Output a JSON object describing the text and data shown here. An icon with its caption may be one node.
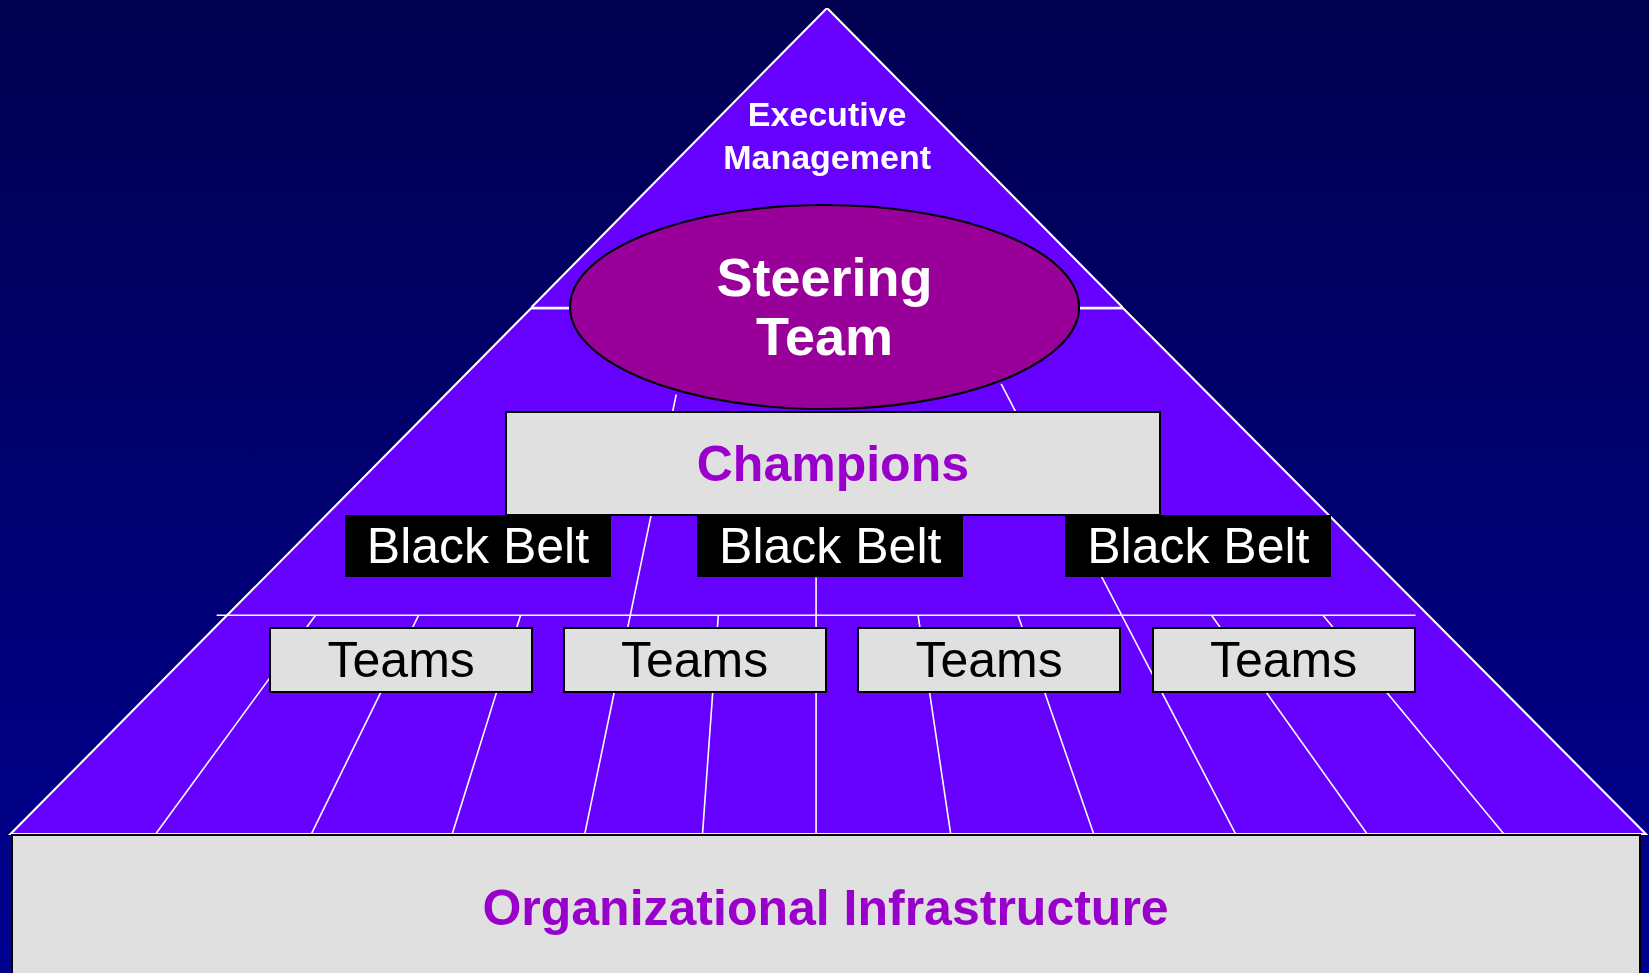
{
  "diagram": {
    "nodes": [
      {
        "text": [
          "Executive Management"
        ]
      },
      {
        "text": [
          "Steering Team"
        ]
      },
      {
        "text": [
          "Champions"
        ]
      },
      {
        "text": [
          "Black Belt"
        ]
      },
      {
        "text": [
          "Black Belt"
        ]
      },
      {
        "text": [
          "Black Belt"
        ]
      },
      {
        "text": [
          "Teams"
        ]
      },
      {
        "text": [
          "Teams"
        ]
      },
      {
        "text": [
          "Teams"
        ]
      },
      {
        "text": [
          "Teams"
        ]
      },
      {
        "text": [
          "Organizational Infrastructure"
        ]
      }
    ]
  }
}
